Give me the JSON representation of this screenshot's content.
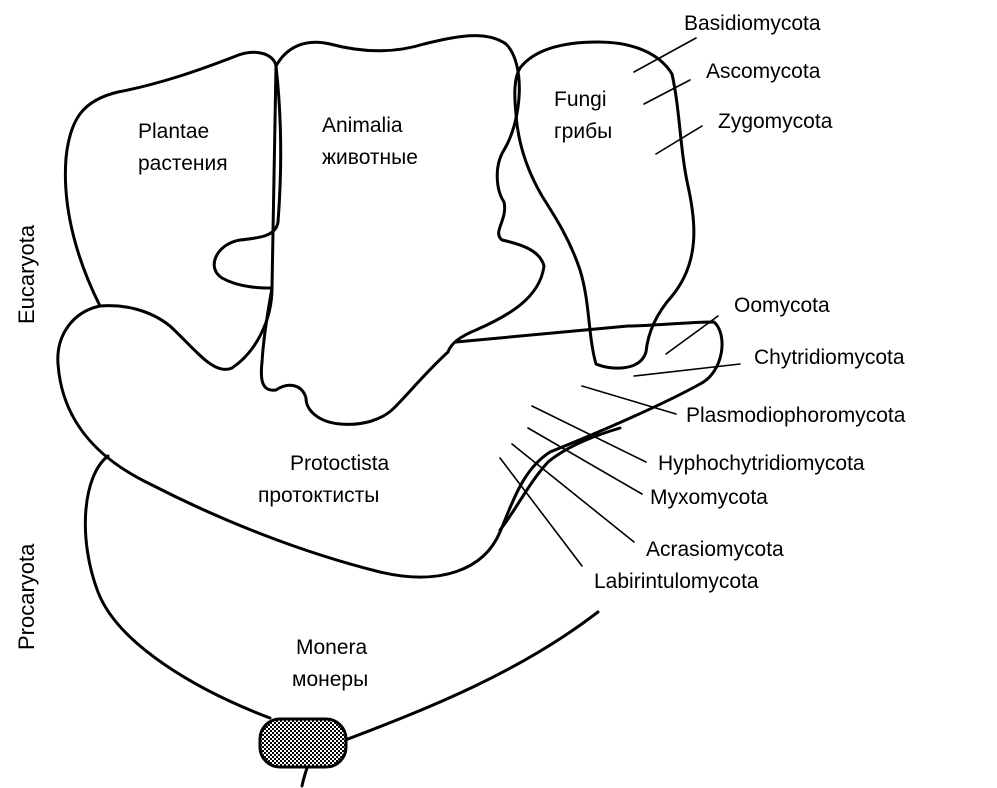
{
  "kingdoms": {
    "plantae": {
      "latin": "Plantae",
      "russian": "растения"
    },
    "animalia": {
      "latin": "Animalia",
      "russian": "животные"
    },
    "fungi": {
      "latin": "Fungi",
      "russian": "грибы"
    },
    "protoctista": {
      "latin": "Protoctista",
      "russian": "протоктисты"
    },
    "monera": {
      "latin": "Monera",
      "russian": "монеры"
    }
  },
  "side_labels": {
    "eucaryota": "Eucaryota",
    "procaryota": "Procaryota"
  },
  "fungi_phyla": [
    "Basidiomycota",
    "Ascomycota",
    "Zygomycota"
  ],
  "protoctist_phyla": [
    "Oomycota",
    "Chytridiomycota",
    "Plasmodiophoromycota",
    "Hyphochytridiomycota",
    "Myxomycota",
    "Acrasiomycota",
    "Labirintulomycota"
  ]
}
